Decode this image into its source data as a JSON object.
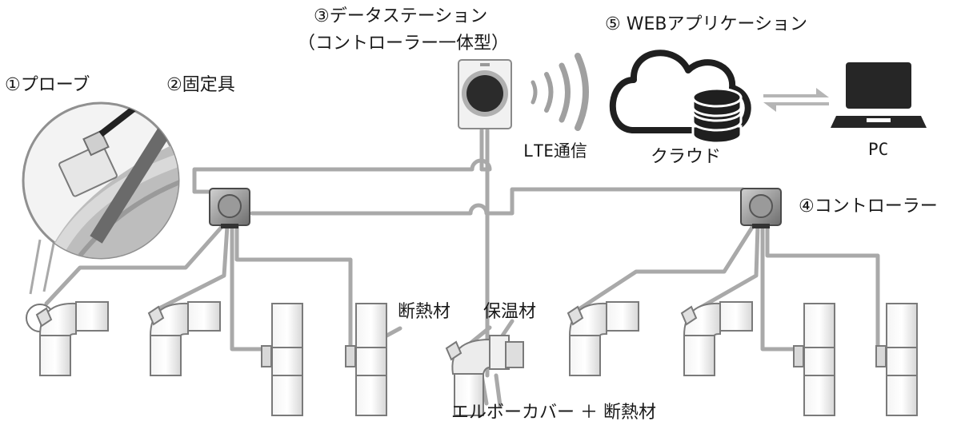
{
  "labels": {
    "probe": "①プローブ",
    "fixture": "②固定具",
    "data_station": "③データステーション",
    "data_station_sub": "（コントローラー一体型）",
    "controller": "④コントローラー",
    "web_app": "⑤ WEBアプリケーション",
    "lte": "LTE通信",
    "cloud": "クラウド",
    "pc": "PC",
    "insulation": "断熱材",
    "heat_retention": "保温材",
    "elbow_cover": "エルボーカバー ＋ 断熱材"
  },
  "icons": {
    "cloud": "cloud-icon",
    "database": "database-icon",
    "laptop": "laptop-icon",
    "wireless": "wireless-signal-icon",
    "arrows": "bidirectional-arrows-icon"
  },
  "colors": {
    "line": "#a9a9a9",
    "ink": "#1a1a1a",
    "pipe_fill": "#ffffff",
    "pipe_stroke": "#7a7a7a",
    "box_fill": "#8c8c8c"
  }
}
